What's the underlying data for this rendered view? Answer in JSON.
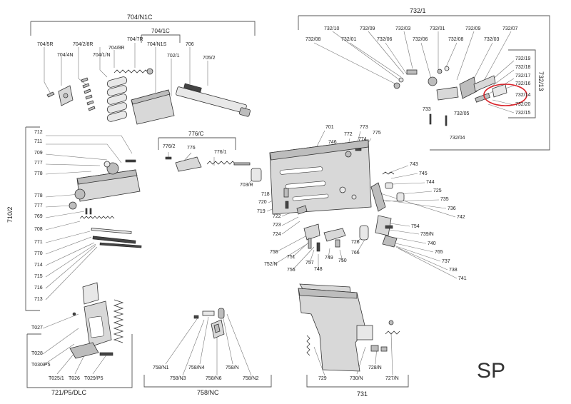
{
  "groups": {
    "g704_n1c": "704/N1C",
    "g732_1": "732/1",
    "g704_1c": "704/1C",
    "g776_c": "776/C",
    "g710_2": "710/2",
    "g732_13": "732/13",
    "g721": "721/P5/DLC",
    "g758_nc": "758/NC",
    "g731": "731"
  },
  "watermark": "SP",
  "highlight_color": "#d9232a",
  "labels": {
    "l704_5r": "704/5R",
    "l704_4n": "704/4N",
    "l704_2_8r": "704/2/8R",
    "l704_1_n": "704/1/N",
    "l704_8r": "704/8R",
    "l704_7r": "704/7R",
    "l704_n1s": "704/N1S",
    "l702_1": "702/1",
    "l706": "706",
    "l705_2": "705/2",
    "l732_08a": "732/08",
    "l732_10": "732/10",
    "l732_01a": "732/01",
    "l732_09a": "732/09",
    "l732_06a": "732/06",
    "l732_03a": "732/03",
    "l732_06b": "732/06",
    "l732_01b": "732/01",
    "l732_08b": "732/08",
    "l732_09b": "732/09",
    "l732_03b": "732/03",
    "l732_07": "732/07",
    "l732_19": "732/19",
    "l732_18": "732/18",
    "l732_17": "732/17",
    "l732_16": "732/16",
    "l732_14": "732/14",
    "l732_20": "732/20",
    "l732_15": "732/15",
    "l733": "733",
    "l732_05": "732/05",
    "l732_04": "732/04",
    "l712": "712",
    "l711": "711",
    "l709": "709",
    "l777a": "777",
    "l778a": "778",
    "l778b": "778",
    "l777b": "777",
    "l769": "769",
    "l708": "708",
    "l771": "771",
    "l770": "770",
    "l714": "714",
    "l715": "715",
    "l716": "716",
    "l713": "713",
    "l776_2": "776/2",
    "l776": "776",
    "l776_1": "776/1",
    "l703_r": "703/R",
    "l701": "701",
    "l772": "772",
    "l773": "773",
    "l746": "746",
    "l774": "774",
    "l775": "775",
    "l718": "718",
    "l720": "720",
    "l719": "719",
    "l722": "722",
    "l723": "723",
    "l724": "724",
    "l743": "743",
    "l745": "745",
    "l744": "744",
    "l725": "725",
    "l735": "735",
    "l736": "736",
    "l742": "742",
    "l754": "754",
    "l739_n": "739/N",
    "l740": "740",
    "l765": "765",
    "l737": "737",
    "l738": "738",
    "l741": "741",
    "l726": "726",
    "l766": "766",
    "l755": "755",
    "l751": "751",
    "l752_n": "752/N",
    "l756": "756",
    "l757": "757",
    "l748": "748",
    "l749": "749",
    "l750": "750",
    "lT027": "T027",
    "lT028": "T028",
    "lT030": "T030/P5",
    "lT025": "T025/1",
    "lT026": "T026",
    "lT029": "T029/P5",
    "l758_n1": "758/N1",
    "l758_n3": "758/N3",
    "l758_n4": "758/N4",
    "l758_n6": "758/N6",
    "l758_n": "758/N",
    "l758_n2": "758/N2",
    "l729": "729",
    "l730_n": "730/N",
    "l728_n": "728/N",
    "l727_n": "727/N"
  }
}
